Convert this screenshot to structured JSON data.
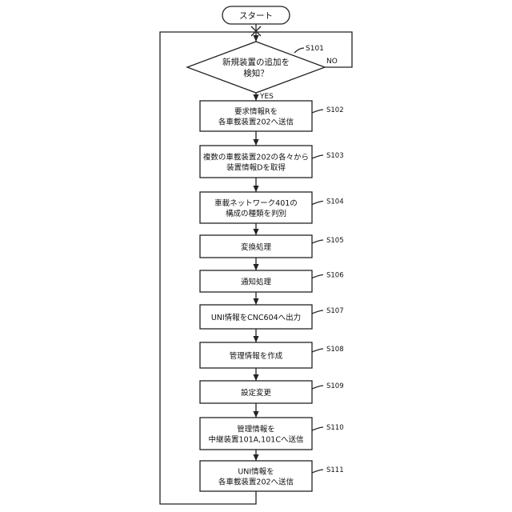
{
  "start": {
    "label": "スタート"
  },
  "decision": {
    "line1": "新規装置の追加を",
    "line2": "検知？",
    "step": "S101",
    "yes_label": "YES",
    "no_label": "NO"
  },
  "steps": [
    {
      "id": "S102",
      "lines": [
        "要求情報Rを",
        "各車載装置202へ送信"
      ]
    },
    {
      "id": "S103",
      "lines": [
        "複数の車載装置202の各々から",
        "装置情報Dを取得"
      ]
    },
    {
      "id": "S104",
      "lines": [
        "車載ネットワーク401の",
        "構成の種類を判別"
      ]
    },
    {
      "id": "S105",
      "lines": [
        "変換処理"
      ]
    },
    {
      "id": "S106",
      "lines": [
        "通知処理"
      ]
    },
    {
      "id": "S107",
      "lines": [
        "UNI情報をCNC604へ出力"
      ]
    },
    {
      "id": "S108",
      "lines": [
        "管理情報を作成"
      ]
    },
    {
      "id": "S109",
      "lines": [
        "設定変更"
      ]
    },
    {
      "id": "S110",
      "lines": [
        "管理情報を",
        "中継装置101A,101Cへ送信"
      ]
    },
    {
      "id": "S111",
      "lines": [
        "UNI情報を",
        "各車載装置202へ送信"
      ]
    }
  ]
}
